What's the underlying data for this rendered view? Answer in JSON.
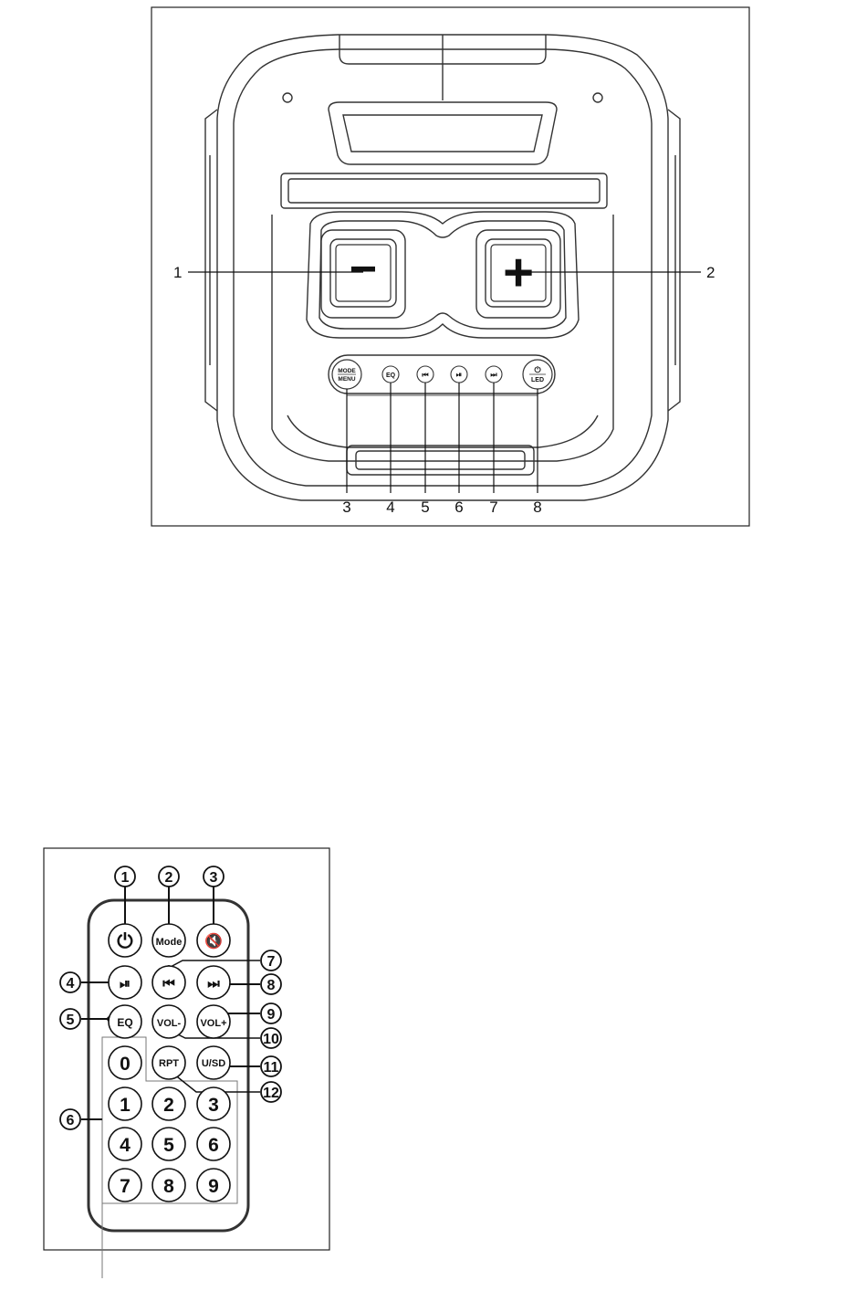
{
  "speaker": {
    "button_minus": "−",
    "button_plus": "+",
    "panel": {
      "mode_top": "MODE",
      "mode_bottom": "MENU",
      "eq": "EQ",
      "prev_icon": "⏮",
      "playpause_icon": "⏯",
      "next_icon": "⏭",
      "power_icon": "⏻",
      "led": "LED"
    },
    "callouts": [
      "1",
      "2",
      "3",
      "4",
      "5",
      "6",
      "7",
      "8"
    ]
  },
  "remote": {
    "buttons": {
      "power_icon": "⏻",
      "mode": "Mode",
      "mute_icon": "🔇",
      "playpause_icon": "⏯",
      "prev_icon": "⏮",
      "next_icon": "⏭",
      "eq": "EQ",
      "vol_minus": "VOL-",
      "vol_plus": "VOL+",
      "rpt": "RPT",
      "usd": "U/SD",
      "digits": [
        "0",
        "1",
        "2",
        "3",
        "4",
        "5",
        "6",
        "7",
        "8",
        "9"
      ]
    },
    "callouts": [
      "1",
      "2",
      "3",
      "4",
      "5",
      "6",
      "7",
      "8",
      "9",
      "10",
      "11",
      "12"
    ]
  }
}
